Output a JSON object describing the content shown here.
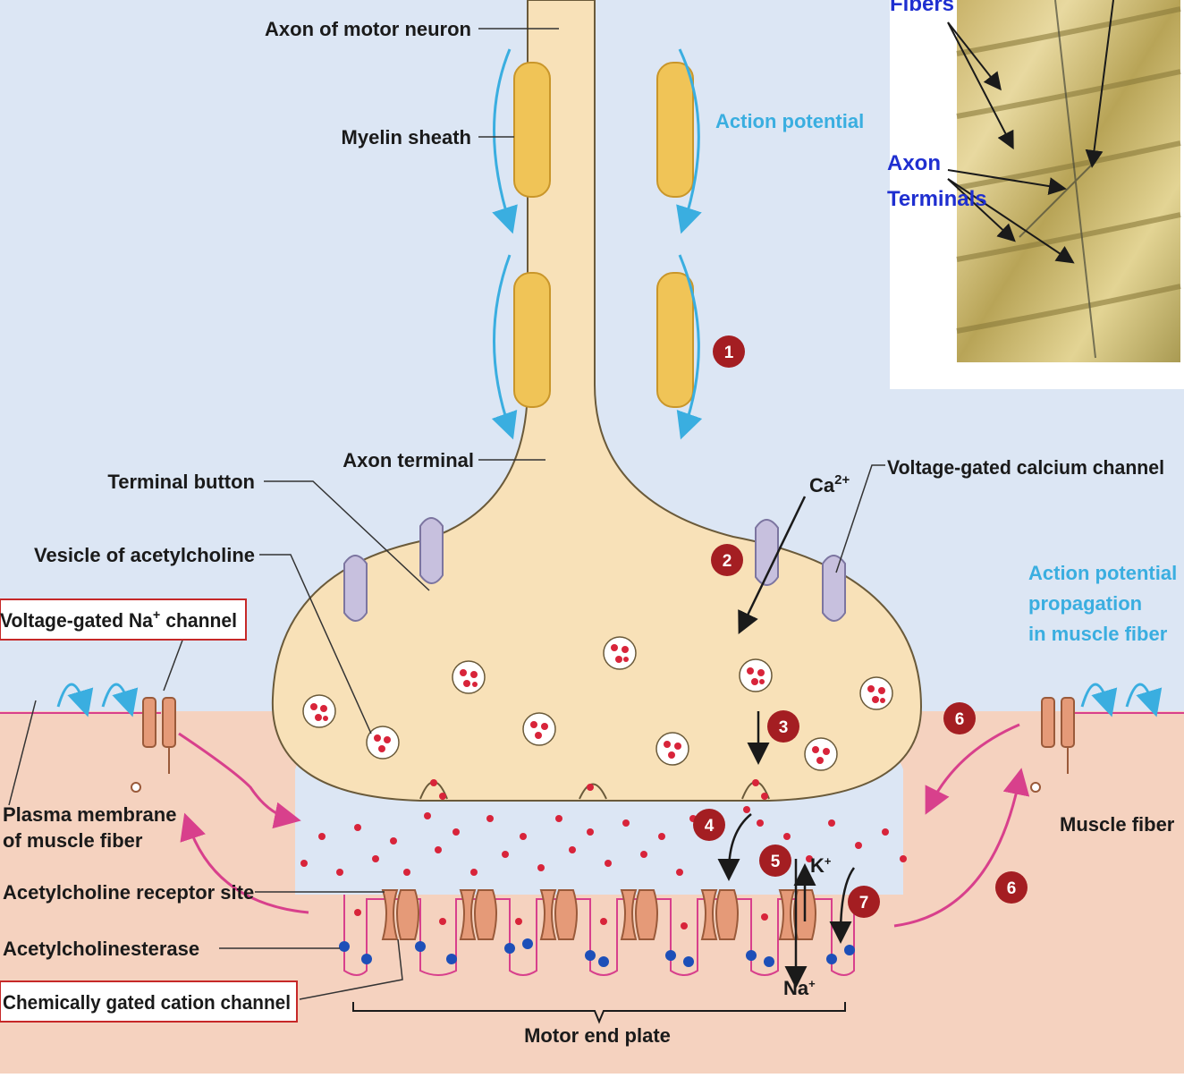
{
  "diagram": {
    "labels": {
      "axon_motor_neuron": "Axon of motor neuron",
      "myelin_sheath": "Myelin sheath",
      "action_potential": "Action potential",
      "axon_terminal": "Axon terminal",
      "terminal_button": "Terminal button",
      "vesicle_ach": "Vesicle of acetylcholine",
      "vg_na_channel": "Voltage-gated Na",
      "vg_na_sup": "+",
      "vg_na_suffix": " channel",
      "plasma_membrane_1": "Plasma membrane",
      "plasma_membrane_2": "of muscle fiber",
      "ach_receptor_site": "Acetylcholine receptor site",
      "acetylcholinesterase": "Acetylcholinesterase",
      "chem_gated_channel": "Chemically gated cation channel",
      "motor_end_plate": "Motor end plate",
      "ca_ion": "Ca",
      "ca_sup": "2+",
      "vg_ca_channel": "Voltage-gated calcium channel",
      "ap_propagation_1": "Action potential",
      "ap_propagation_2": "propagation",
      "ap_propagation_3": "in muscle fiber",
      "muscle_fiber": "Muscle fiber",
      "k_ion": "K",
      "k_sup": "+",
      "na_ion": "Na",
      "na_sup": "+"
    },
    "steps": [
      "1",
      "2",
      "3",
      "4",
      "5",
      "6",
      "7",
      "6"
    ],
    "inset": {
      "fibers": "Fibers",
      "axon": "Axon",
      "terminals": "Terminals"
    },
    "colors": {
      "background": "#dce6f4",
      "muscle": "#f5d2bf",
      "axon": "#f8e1b8",
      "myelin": "#f0c457",
      "vesicle_dot": "#d8243a",
      "step_badge": "#a41e22",
      "arrow_blue": "#3aaee0",
      "arrow_magenta": "#d8408c",
      "esterase": "#1d4fb8",
      "highlight_box": "#c62828"
    }
  }
}
